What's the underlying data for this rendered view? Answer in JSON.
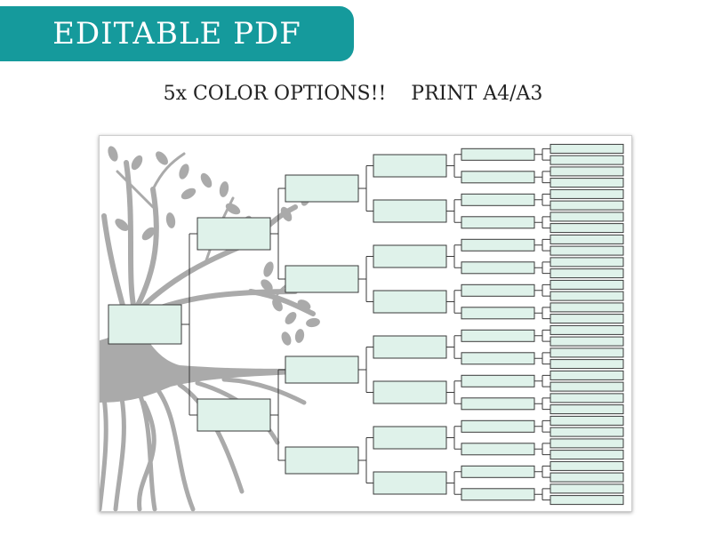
{
  "banner": {
    "text": "EDITABLE PDF"
  },
  "subtitle": "5x COLOR OPTIONS!!    PRINT A4/A3",
  "colors": {
    "banner_bg": "#159a9c",
    "box_fill": "#dff2ea",
    "box_stroke": "#3a3a3a",
    "tree_gray": "#aaaaaa"
  },
  "family_tree": {
    "generations": 6,
    "boxes_per_generation": [
      1,
      2,
      4,
      8,
      16,
      32
    ]
  }
}
